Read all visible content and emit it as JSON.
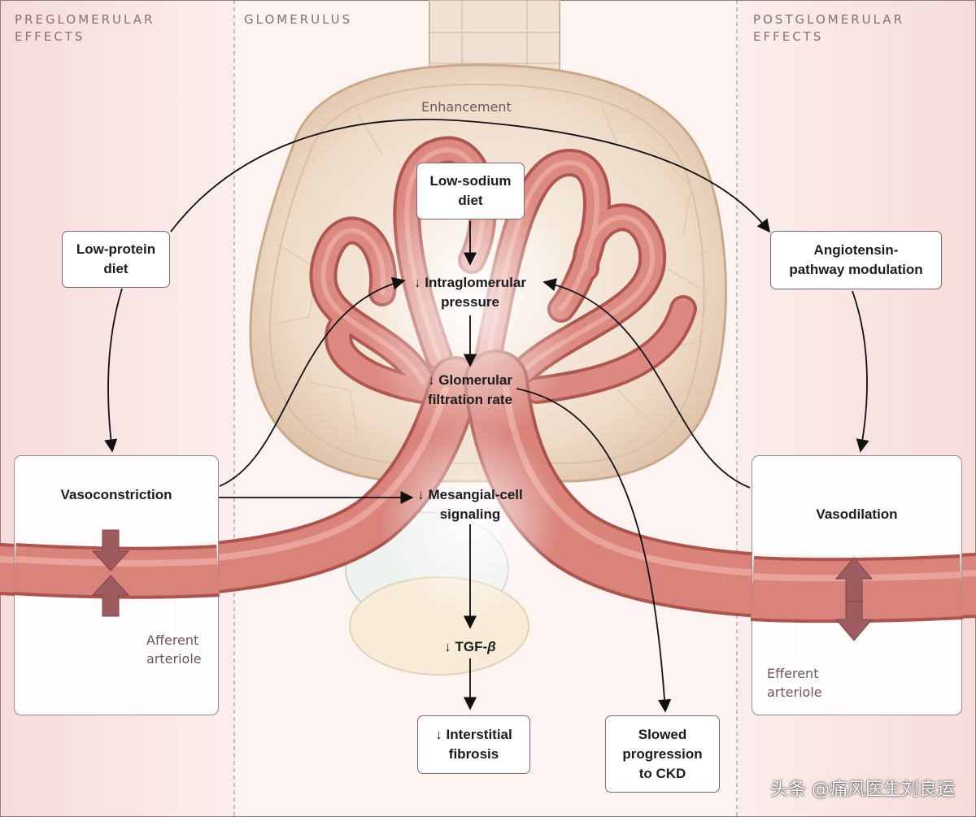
{
  "colors": {
    "background_side": "#fbeeec",
    "vessel": "#d9837b",
    "vessel_dark": "#b4564f",
    "capsule": "#e9d3bd",
    "arrow": "#111111",
    "label": "#6e5458",
    "box_border": "#7a6a6c",
    "small_arrow": "#9c5c60"
  },
  "sections": {
    "preglomerular": "PREGLOMERULAR\nEFFECTS",
    "glomerulus": "GLOMERULUS",
    "postglomerular": "POSTGLOMERULAR\nEFFECTS"
  },
  "enhancement_label": "Enhancement",
  "boxes": {
    "low_protein": "Low-protein\ndiet",
    "low_sodium": "Low-sodium\ndiet",
    "angiotensin": "Angiotensin-\npathway modulation",
    "vasoconstriction": "Vasoconstriction",
    "vasodilation": "Vasodilation",
    "interstitial_fibrosis": "↓ Interstitial\nfibrosis",
    "slowed_progression": "Slowed\nprogression\nto CKD"
  },
  "nodes": {
    "intraglomerular_pressure": "↓ Intraglomerular\npressure",
    "gfr": "↓ Glomerular\nfiltration rate",
    "mesangial": "↓ Mesangial-cell\nsignaling",
    "tgf_prefix": "↓ TGF-",
    "tgf_symbol": "β"
  },
  "vessel_labels": {
    "afferent": "Afferent\narteriole",
    "efferent": "Efferent\narteriole"
  },
  "watermark": "头条 @痛风医生刘良运"
}
